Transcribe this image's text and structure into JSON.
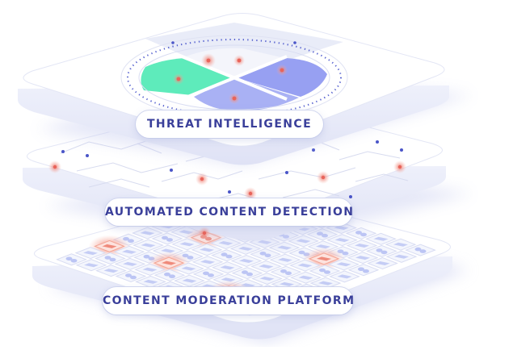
{
  "layers": [
    {
      "id": "threat",
      "label": "THREAT INTELLIGENCE"
    },
    {
      "id": "detection",
      "label": "AUTOMATED CONTENT DETECTION"
    },
    {
      "id": "moderation",
      "label": "CONTENT MODERATION PLATFORM"
    }
  ],
  "colors": {
    "text": "#3a3f9a",
    "plate": "#ffffff",
    "plate_edge": "#e6e8f6",
    "shadow": "#c9cdf0",
    "line": "#d4d8ee",
    "dot_blue": "#4a55c8",
    "dot_red": "#e8645a",
    "sector_green": "#5ee8b9",
    "sector_blue": "#8f9af2",
    "tile_blue": "#c8d0f6",
    "tile_red": "#f6a89c"
  }
}
